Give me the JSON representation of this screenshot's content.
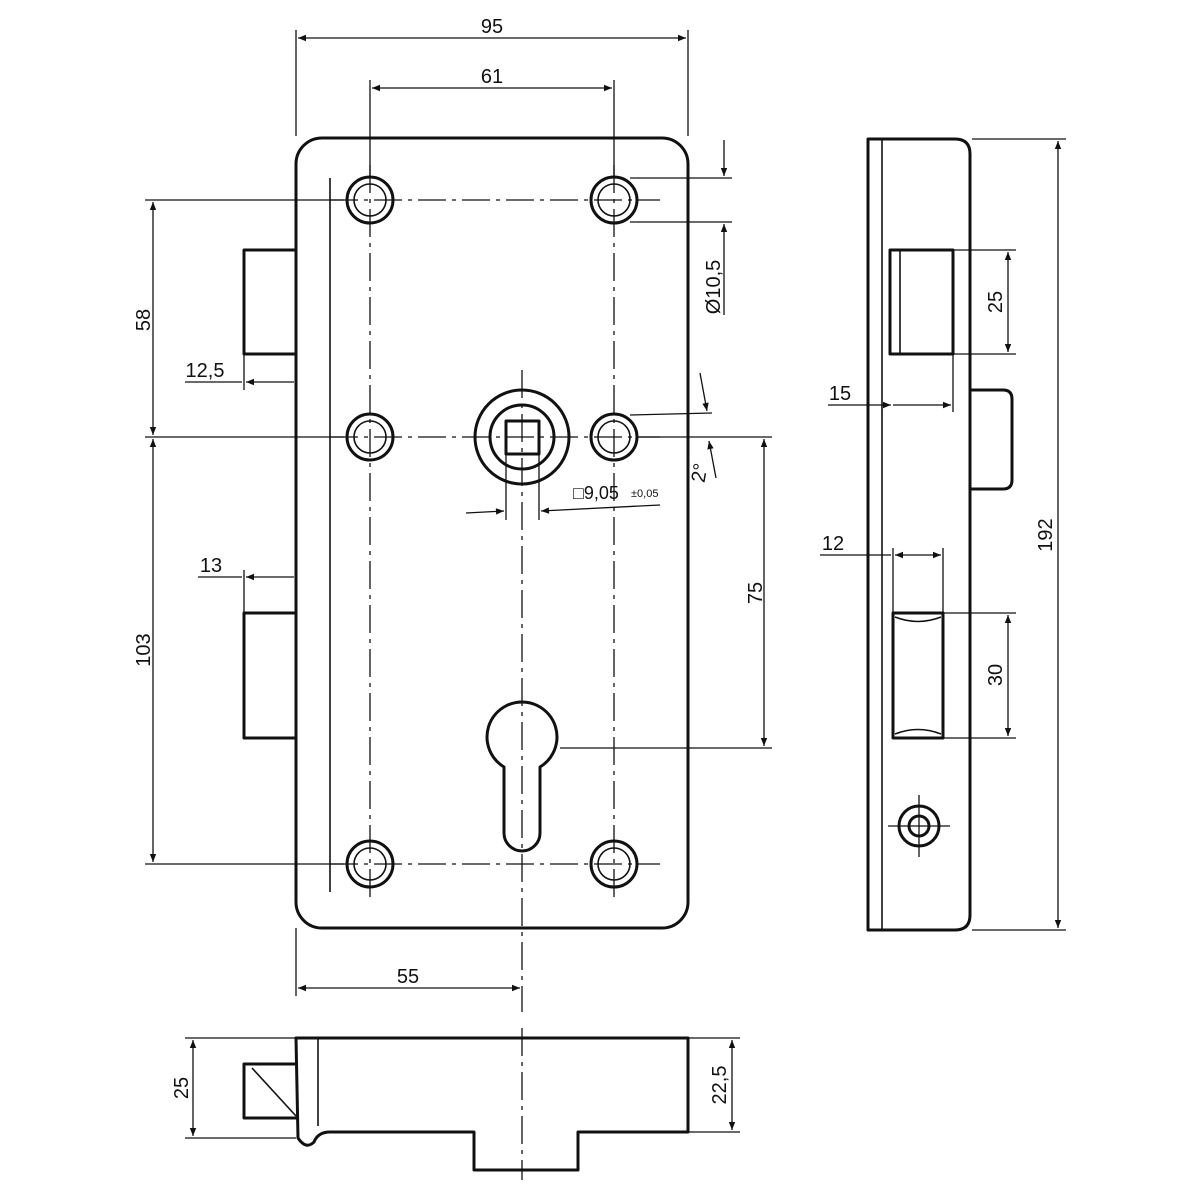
{
  "dimensions": {
    "width_95": "95",
    "hole_spacing_61": "61",
    "hole_dia": "Ø10,5",
    "upper_58": "58",
    "offset_12_5": "12,5",
    "lower_103": "103",
    "offset_13": "13",
    "spindle_square": "□9,05",
    "spindle_tol": "±0,05",
    "angle": "2°",
    "distance_75": "75",
    "backset_55": "55",
    "latch_25": "25",
    "latch_proj_15": "15",
    "bolt_proj_12": "12",
    "bolt_30": "30",
    "height_192": "192",
    "bottom_25": "25",
    "bottom_22_5": "22,5"
  }
}
